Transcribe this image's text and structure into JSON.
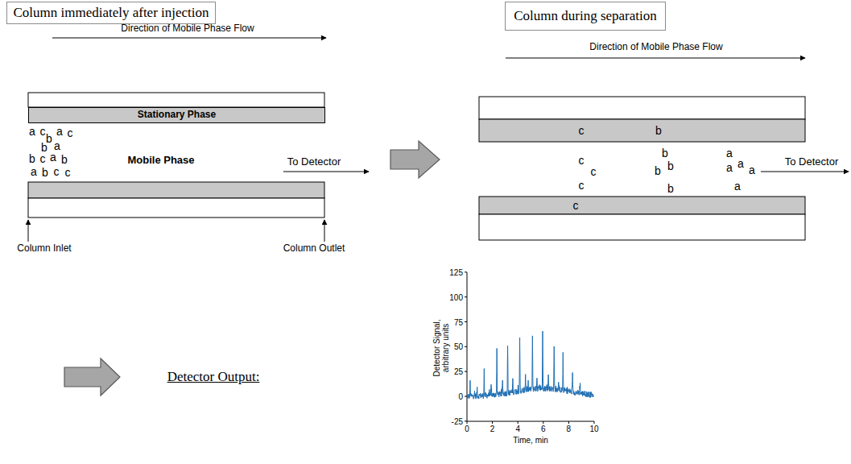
{
  "diagram": {
    "nodes": [
      {
        "text": [
          "Column immediately after injection"
        ]
      },
      {
        "text": [
          "Stationary Phase"
        ]
      },
      {
        "text": [
          "Column during separation"
        ]
      }
    ],
    "labels": [
      "Direction of Mobile Phase Flow",
      "Mobile Phase",
      "To Detector",
      "Column Inlet",
      "Column Outlet",
      "a",
      "c",
      "b",
      "a",
      "c",
      "b",
      "a",
      "b",
      "c",
      "a",
      "b",
      "a",
      "b",
      "c",
      "c",
      "Direction of Mobile Phase Flow",
      "c",
      "b",
      "c",
      "c",
      "c",
      "c",
      "b",
      "b",
      "b",
      "b",
      "a",
      "a",
      "a",
      "a",
      "a",
      "To Detector",
      "Detector Output:",
      "Detector Signal, arbitrary units",
      "125",
      "100",
      "75",
      "50",
      "25",
      "0",
      "-25",
      "0",
      "2",
      "4",
      "6",
      "8",
      "10",
      "Time, min"
    ]
  }
}
